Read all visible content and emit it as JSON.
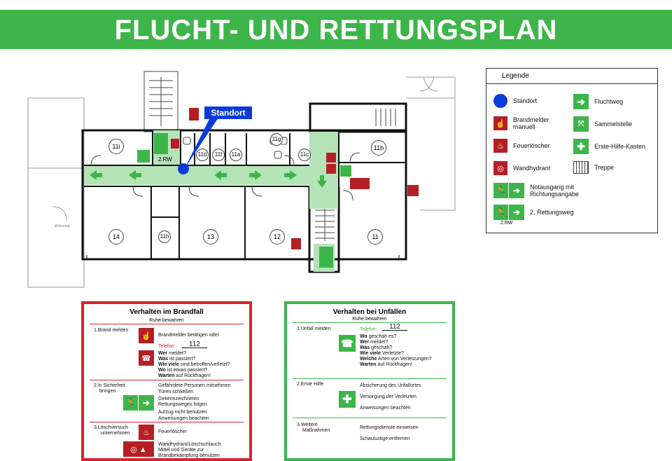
{
  "title": "FLUCHT- UND RETTUNGSPLAN",
  "plan": {
    "standort_label": "Standort",
    "rooms": [
      "11i",
      "11d",
      "11f",
      "11a",
      "11g",
      "11c",
      "11b",
      "14",
      "11h",
      "13",
      "12",
      "11"
    ],
    "rw_label": "2.RW",
    "left_building_label": "Wohnung"
  },
  "legend": {
    "heading": "Legende",
    "items": {
      "standort": "Standort",
      "fluchtweg": "Fluchtweg",
      "brandmelder": "Brandmelder manuell",
      "sammelstelle": "Sammelstelle",
      "feuerloescher": "Feuerlöscher",
      "erste_hilfe": "Erste-Hilfe-Kasten",
      "wandhydrant": "Wandhydrant",
      "treppe": "Treppe",
      "notausgang": "Notausgang mit Richtungsangabe",
      "rettungsweg": "2. Rettungsweg"
    },
    "rw_label": "2.RW"
  },
  "brandfall": {
    "title": "Verhalten im Brandfall",
    "subtitle": "Ruhe bewahren",
    "s1": {
      "label": "1.Brand melden",
      "line1": "Brandmelder betätigen oder",
      "telefon_label": "Telefon:",
      "telefon_number": "112",
      "q1a": "Wer",
      "q1b": "meldet?",
      "q2a": "Was",
      "q2b": "ist passiert?",
      "q3a": "Wie viele",
      "q3b": "sind betroffen/verletzt?",
      "q4a": "Wo",
      "q4b": "ist etwas passiert?",
      "q5a": "Warten",
      "q5b": "auf Rückfragen!"
    },
    "s2": {
      "label1": "2.In Sicherheit",
      "label2": "bringen",
      "l1": "Gefährdete Personen mitnehmen",
      "l2": "Türen schließen",
      "l3": "Gekennzeichneten",
      "l4": "Rettungswegen folgen",
      "l5": "Aufzug nicht benutzen",
      "l6": "Anweisungen beachten"
    },
    "s3": {
      "label1": "3.Löschversuch",
      "label2": "unternehmen",
      "l1": "Feuerlöscher",
      "l2": "Wandhydrant/Löschschlauch",
      "l3": "Mittel und Geräte zur",
      "l4": "Brandbekämpfung benutzen"
    }
  },
  "unfall": {
    "title": "Verhalten bei Unfällen",
    "subtitle": "Ruhe bewahren",
    "s1": {
      "label": "1.Unfall melden",
      "telefon_label": "Telefon:",
      "telefon_number": "112",
      "q1a": "Wo",
      "q1b": "geschah es?",
      "q2a": "Wer",
      "q2b": "meldet?",
      "q3a": "Was",
      "q3b": "geschah?",
      "q4a": "Wie viele",
      "q4b": "Verletzte?",
      "q5a": "Welche",
      "q5b": "Arten von Verletzungen?",
      "q6a": "Warten",
      "q6b": "auf Rückfragen!"
    },
    "s2": {
      "label": "2.Erste Hilfe",
      "l1": "Absicherung des Unfallortes",
      "l2": "Versorgung der Verletzten",
      "l3": "Anweisungen beachten"
    },
    "s3": {
      "label1": "3.Weitere",
      "label2": "Maßnahmen",
      "l1": "Rettungsdienste einweisen",
      "l2": "Schaulustige entfernen"
    }
  },
  "colors": {
    "banner_green": "#3db54a",
    "escape_route": "#b5e3b8",
    "fire_red": "#b51f24",
    "border_red": "#d8232a",
    "standort_blue": "#0b3bd9"
  }
}
